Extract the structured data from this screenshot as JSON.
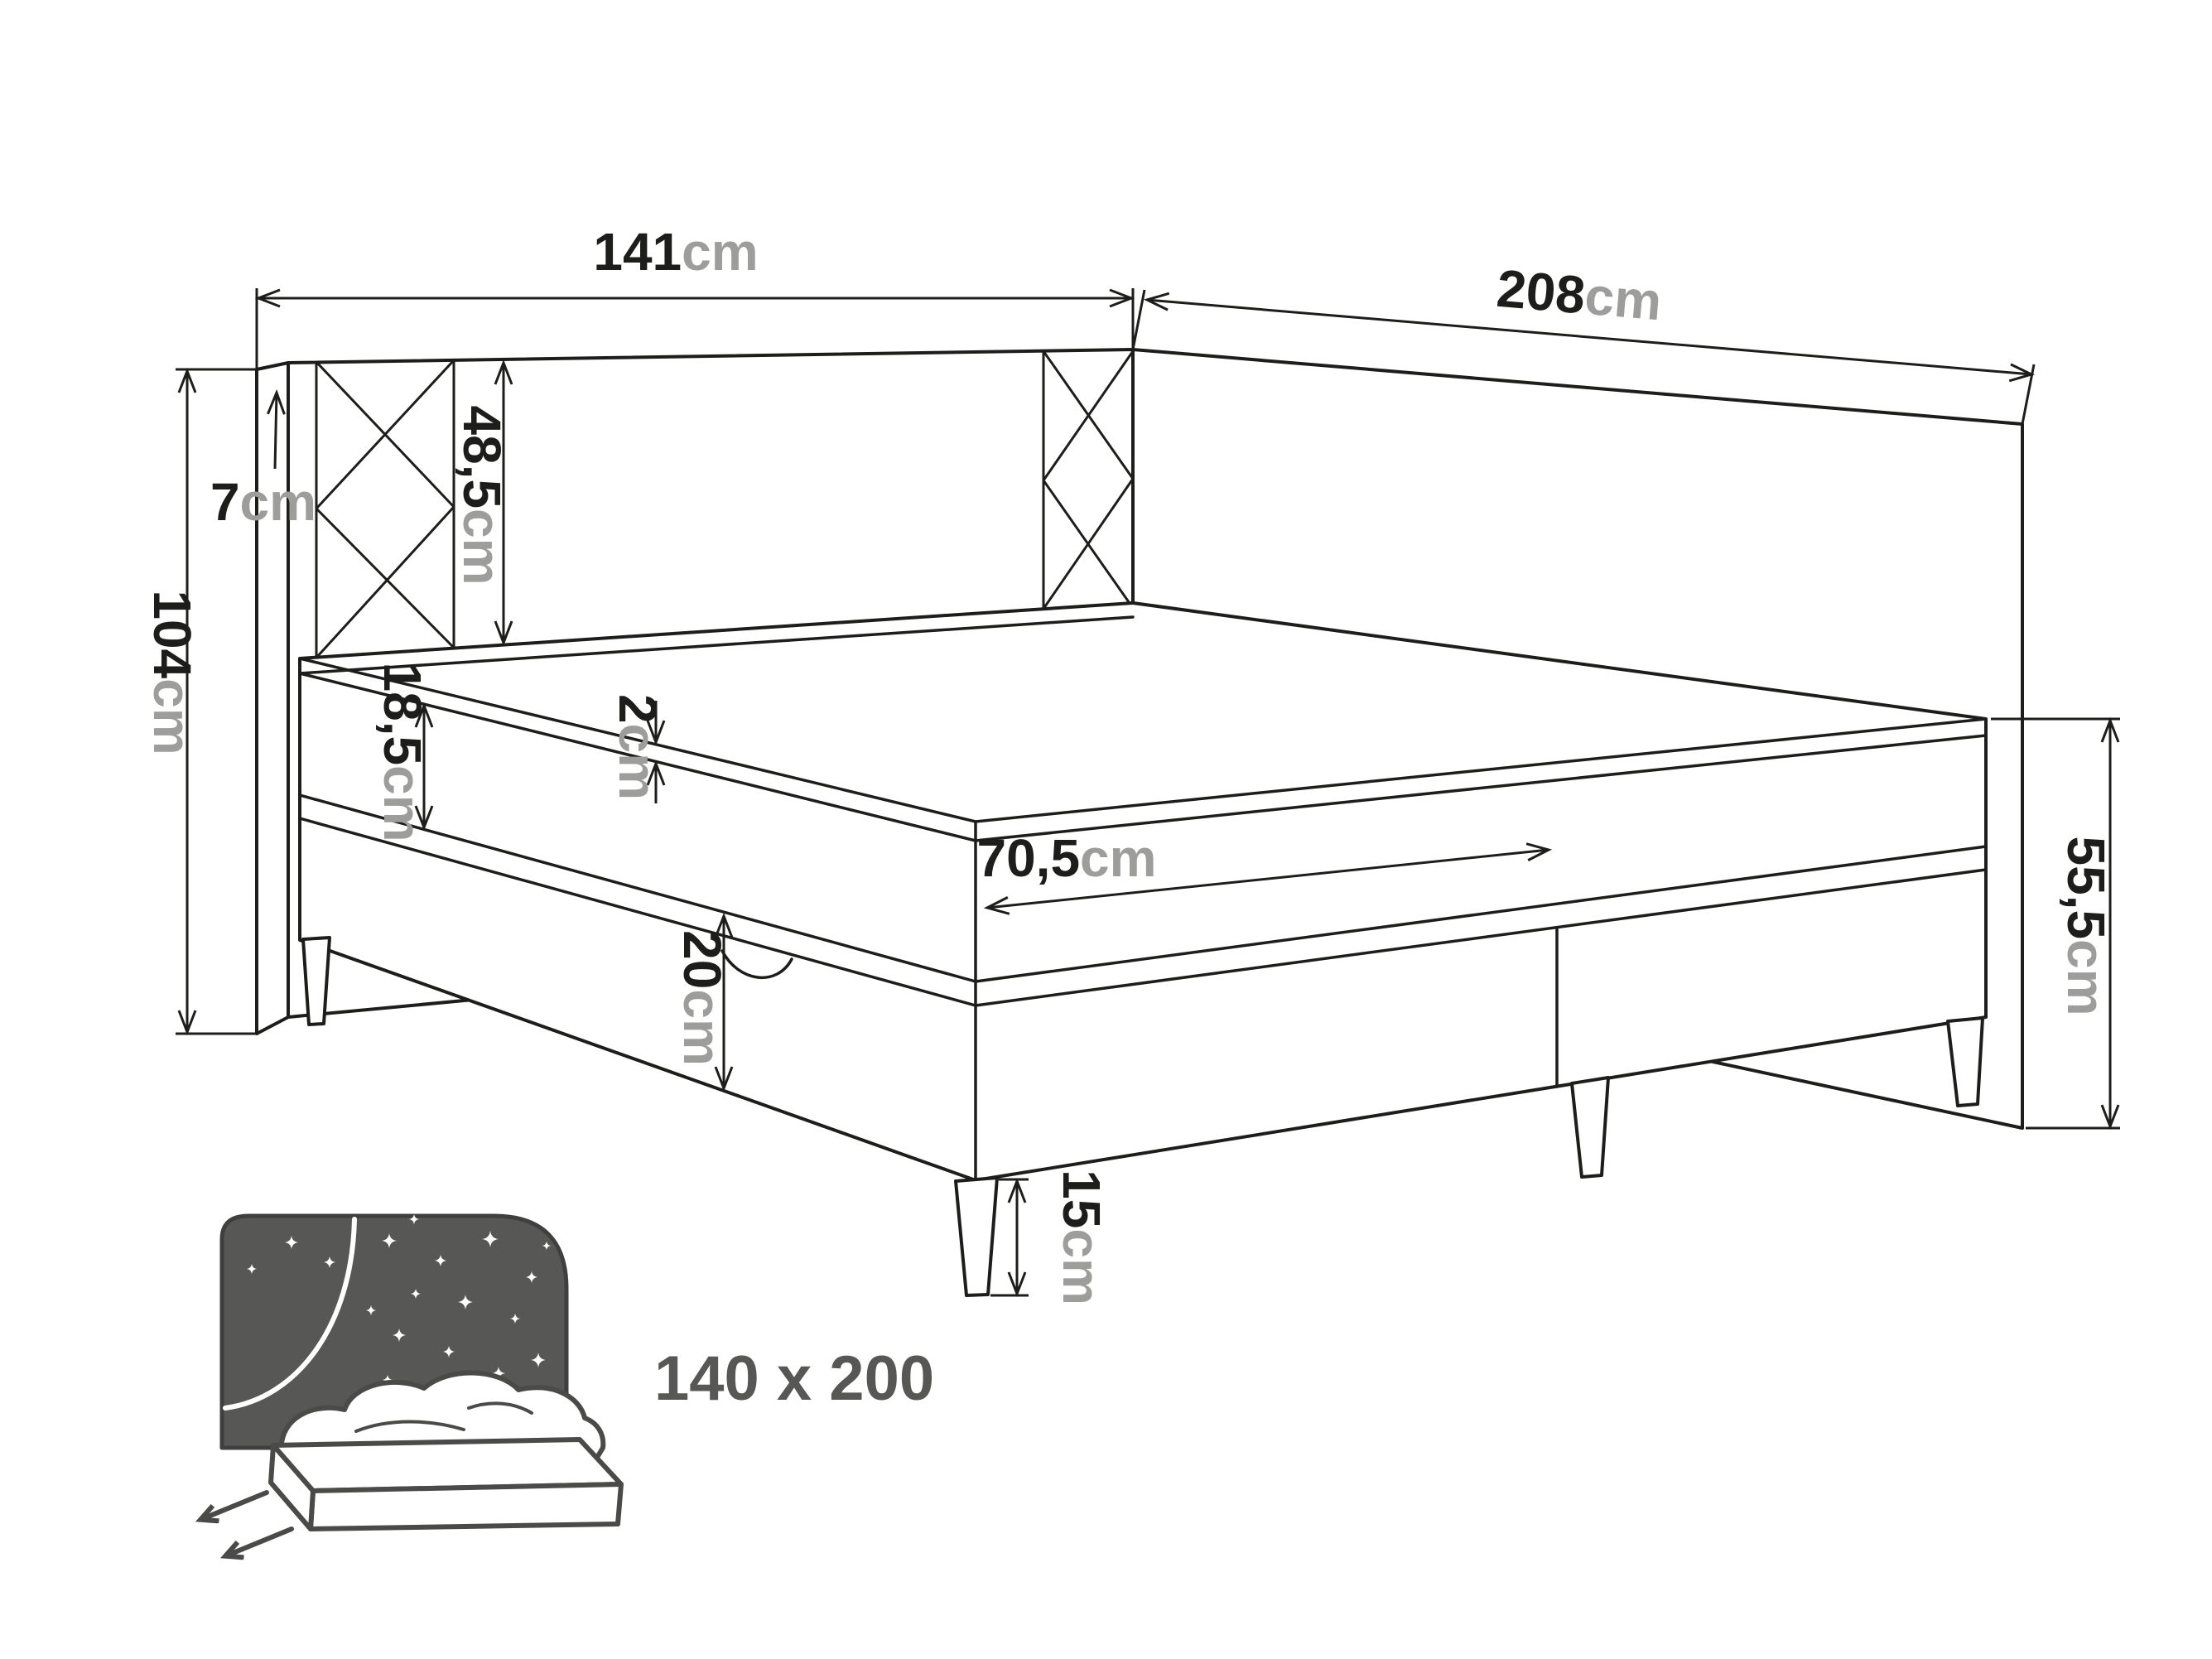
{
  "diagram": {
    "type": "furniture-dimension-diagram",
    "product": "boxspring-storage-bed-with-corner-headboard",
    "size_label": "140 x 200",
    "dimensions": {
      "headboard_width": {
        "value": "141",
        "unit": "cm"
      },
      "side_panel_length": {
        "value": "208",
        "unit": "cm"
      },
      "headboard_total_height": {
        "value": "104",
        "unit": "cm"
      },
      "panel_thickness": {
        "value": "7",
        "unit": "cm"
      },
      "headboard_above_mattress": {
        "value": "48,5",
        "unit": "cm"
      },
      "mattress_height": {
        "value": "18,5",
        "unit": "cm"
      },
      "topper_height": {
        "value": "2",
        "unit": "cm"
      },
      "drawer_front_width": {
        "value": "70,5",
        "unit": "cm"
      },
      "storage_box_height": {
        "value": "20",
        "unit": "cm"
      },
      "side_frame_height": {
        "value": "55,5",
        "unit": "cm"
      },
      "leg_height": {
        "value": "15",
        "unit": "cm"
      }
    },
    "icons": {
      "bed_storage_icon": "bed-with-starry-headboard-and-pullout-arrows"
    },
    "colors": {
      "line": "#1d1d1b",
      "value_text": "#1d1d1b",
      "unit_text": "#9d9d9c",
      "size_text": "#575756",
      "icon_fill": "#575756",
      "background": "#ffffff"
    }
  }
}
